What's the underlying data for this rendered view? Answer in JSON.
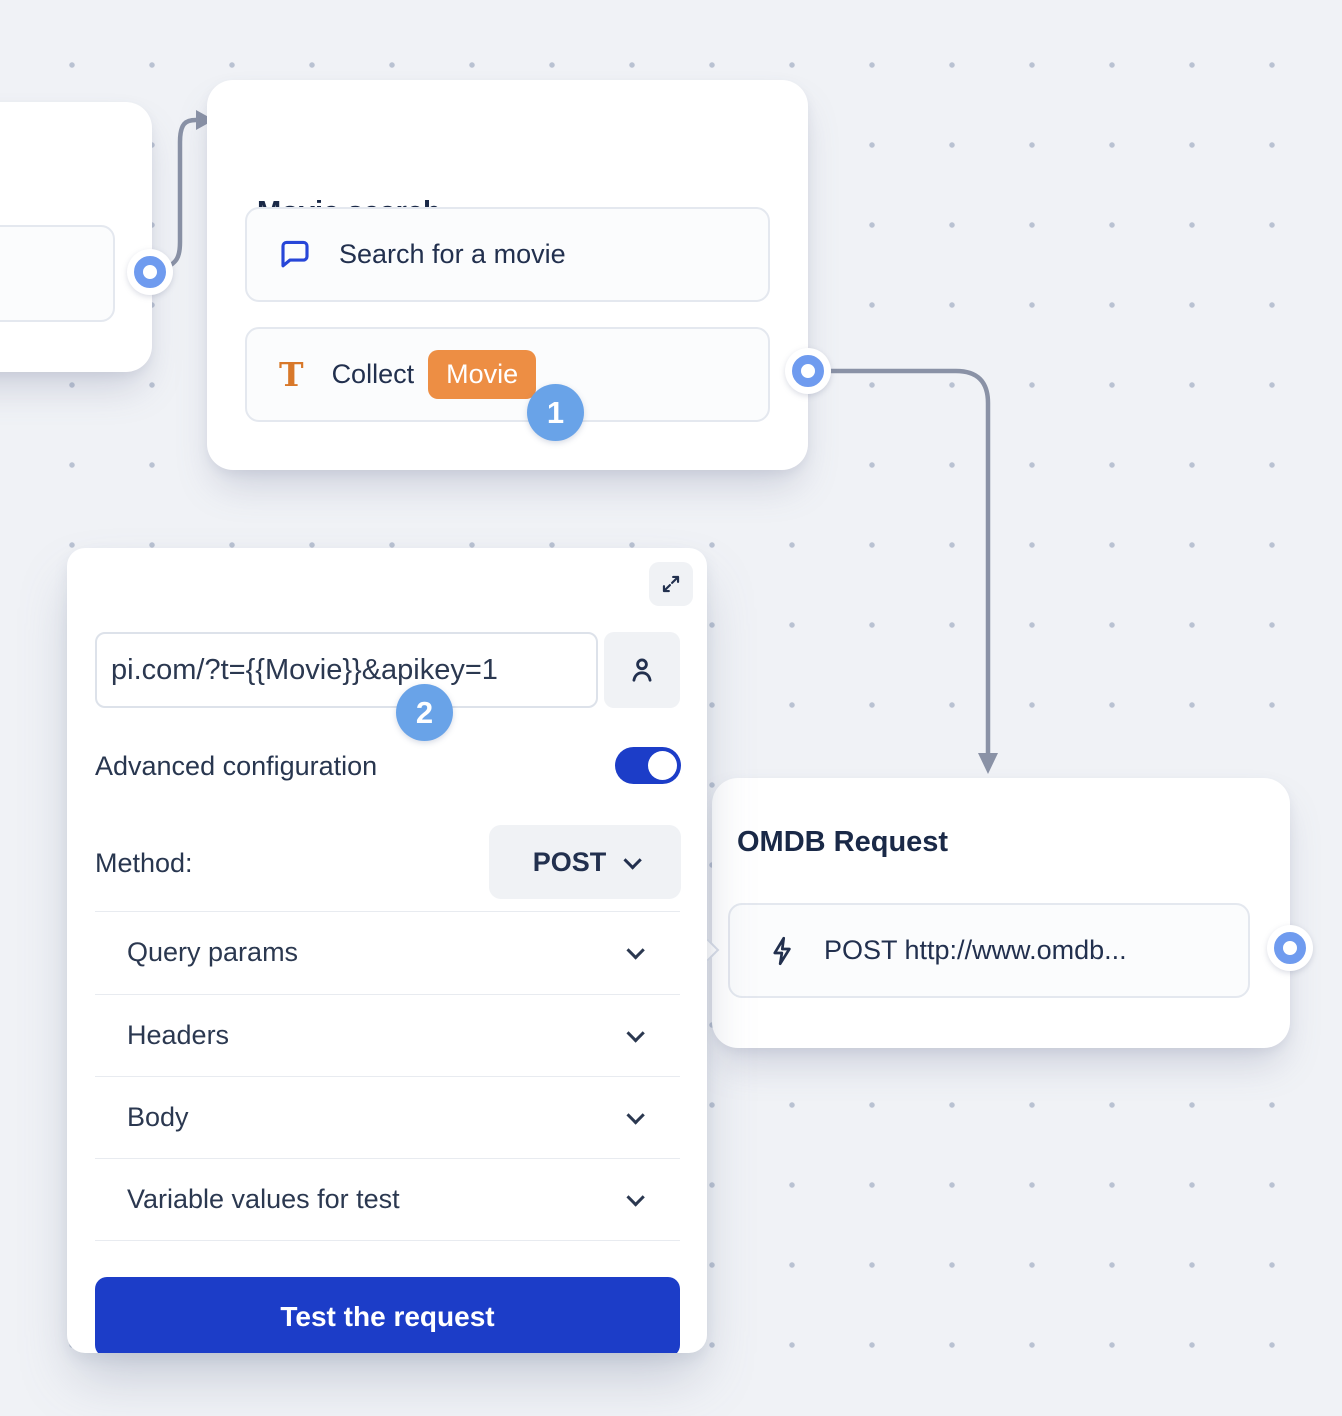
{
  "canvas": {
    "background": "#f0f2f6",
    "dot_color": "#b9c2d2",
    "connector_color": "#8A92A6"
  },
  "colors": {
    "accent_blue": "#1C3DC8",
    "icon_blue": "#2746d8",
    "badge_blue": "#69A3E8",
    "port_blue": "#6F9BEF",
    "orange": "#ED8E44",
    "orange_icon": "#d8782a",
    "text_dark": "#1a2947"
  },
  "nodes": {
    "movie_search": {
      "title": "Movie search",
      "rows": [
        {
          "icon": "chat-bubble-icon",
          "label": "Search for a movie"
        },
        {
          "icon": "text-input-icon",
          "label": "Collect",
          "variable": "Movie"
        }
      ]
    },
    "omdb_request": {
      "title": "OMDB Request",
      "row": {
        "icon": "lightning-icon",
        "label": "POST http://www.omdb..."
      }
    }
  },
  "step_badges": [
    {
      "number": "1"
    },
    {
      "number": "2"
    }
  ],
  "editor_panel": {
    "url_value": "pi.com/?t={{Movie}}&apikey=1",
    "advanced_label": "Advanced configuration",
    "advanced_on": true,
    "method_label": "Method:",
    "method_value": "POST",
    "sections": [
      {
        "label": "Query params"
      },
      {
        "label": "Headers"
      },
      {
        "label": "Body"
      },
      {
        "label": "Variable values for test"
      }
    ],
    "test_button_label": "Test the request"
  }
}
